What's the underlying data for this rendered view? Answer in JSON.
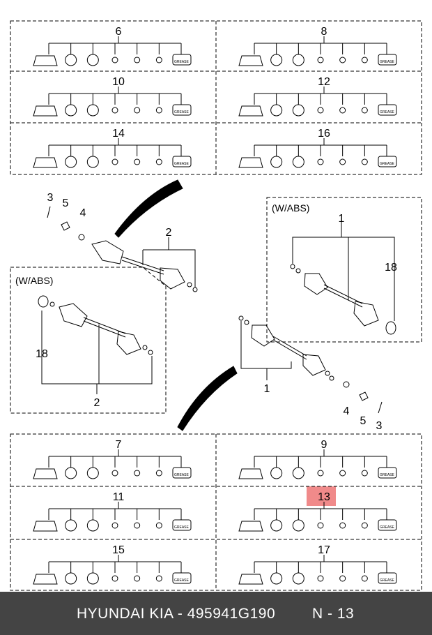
{
  "callouts": {
    "top_left": [
      "6",
      "10",
      "14"
    ],
    "top_right": [
      "8",
      "12",
      "16"
    ],
    "bottom_left": [
      "7",
      "11",
      "15"
    ],
    "bottom_right": [
      "9",
      "13",
      "17"
    ],
    "left_shaft": [
      "3",
      "5",
      "4",
      "2",
      "18",
      "2"
    ],
    "right_shaft": [
      "1",
      "18",
      "1",
      "4",
      "5",
      "3"
    ]
  },
  "abs_label": "(W/ABS)",
  "grease_label": "GREASE",
  "highlighted_callout": "13",
  "highlight_color": "#f08a8a",
  "footer": {
    "brand": "HYUNDAI  KIA - 495941G190",
    "page": "N - 13"
  }
}
